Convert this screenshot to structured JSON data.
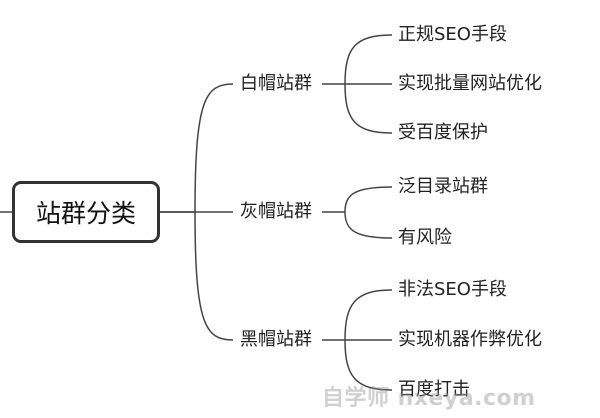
{
  "root": {
    "label": "站群分类"
  },
  "branches": [
    {
      "label": "白帽站群",
      "children": [
        "正规SEO手段",
        "实现批量网站优化",
        "受百度保护"
      ]
    },
    {
      "label": "灰帽站群",
      "children": [
        "泛目录站群",
        "有风险"
      ]
    },
    {
      "label": "黑帽站群",
      "children": [
        "非法SEO手段",
        "实现机器作弊优化",
        "百度打击"
      ]
    }
  ],
  "watermark": "自学师 nxeya.com"
}
